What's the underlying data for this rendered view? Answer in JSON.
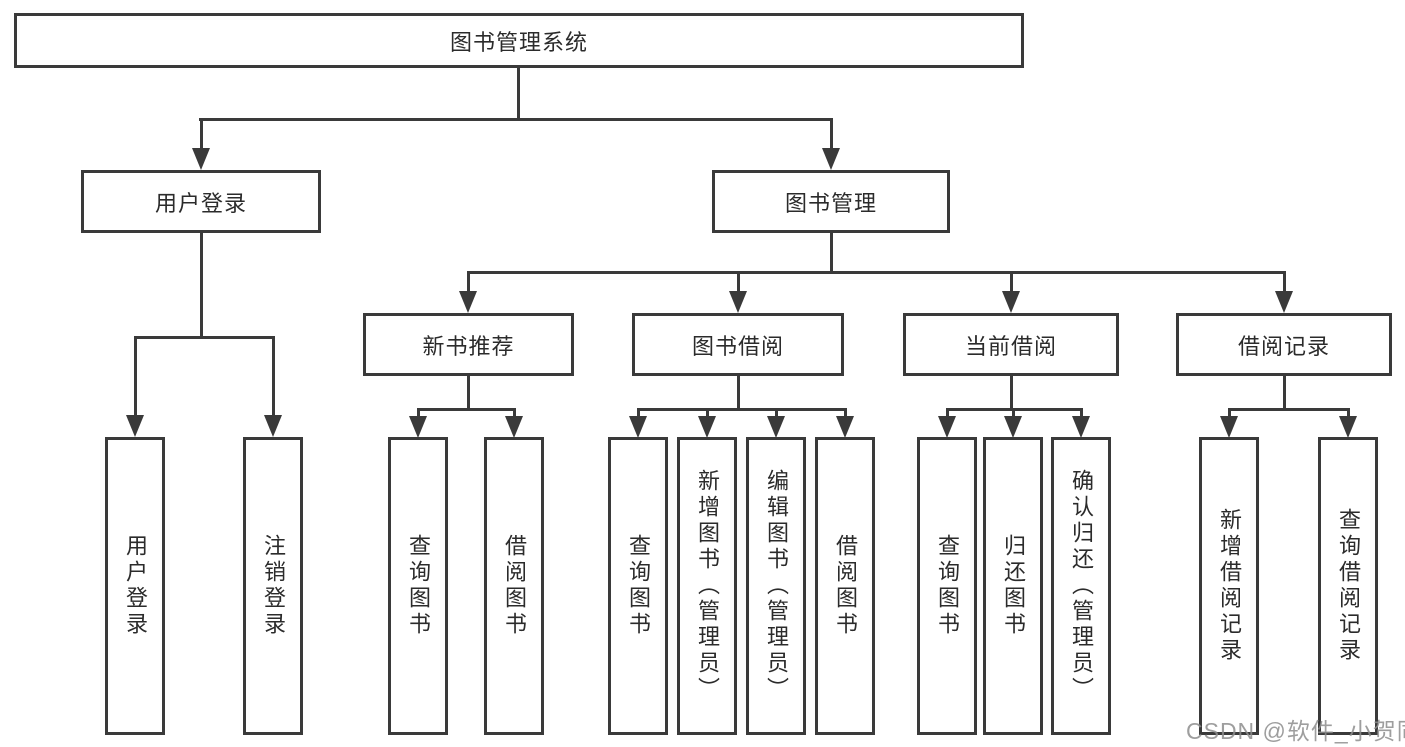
{
  "title": "图书管理系统",
  "watermark": "CSDN @软件_小贺同学",
  "colors": {
    "line": "#3a3a3a",
    "box_fill": "#ffffff",
    "text": "#2b2b2b",
    "watermark": "#8e8e8e"
  },
  "tree": {
    "root": {
      "label": "图书管理系统"
    },
    "branches": [
      {
        "label": "用户登录",
        "children": [
          {
            "label": "用户登录"
          },
          {
            "label": "注销登录"
          }
        ]
      },
      {
        "label": "图书管理",
        "sections": [
          {
            "label": "新书推荐",
            "children": [
              {
                "label": "查询图书"
              },
              {
                "label": "借阅图书"
              }
            ]
          },
          {
            "label": "图书借阅",
            "children": [
              {
                "label": "查询图书"
              },
              {
                "label": "新增图书（管理员）"
              },
              {
                "label": "编辑图书（管理员）"
              },
              {
                "label": "借阅图书"
              }
            ]
          },
          {
            "label": "当前借阅",
            "children": [
              {
                "label": "查询图书"
              },
              {
                "label": "归还图书"
              },
              {
                "label": "确认归还（管理员）"
              }
            ]
          },
          {
            "label": "借阅记录",
            "children": [
              {
                "label": "新增借阅记录"
              },
              {
                "label": "查询借阅记录"
              }
            ]
          }
        ]
      }
    ]
  }
}
